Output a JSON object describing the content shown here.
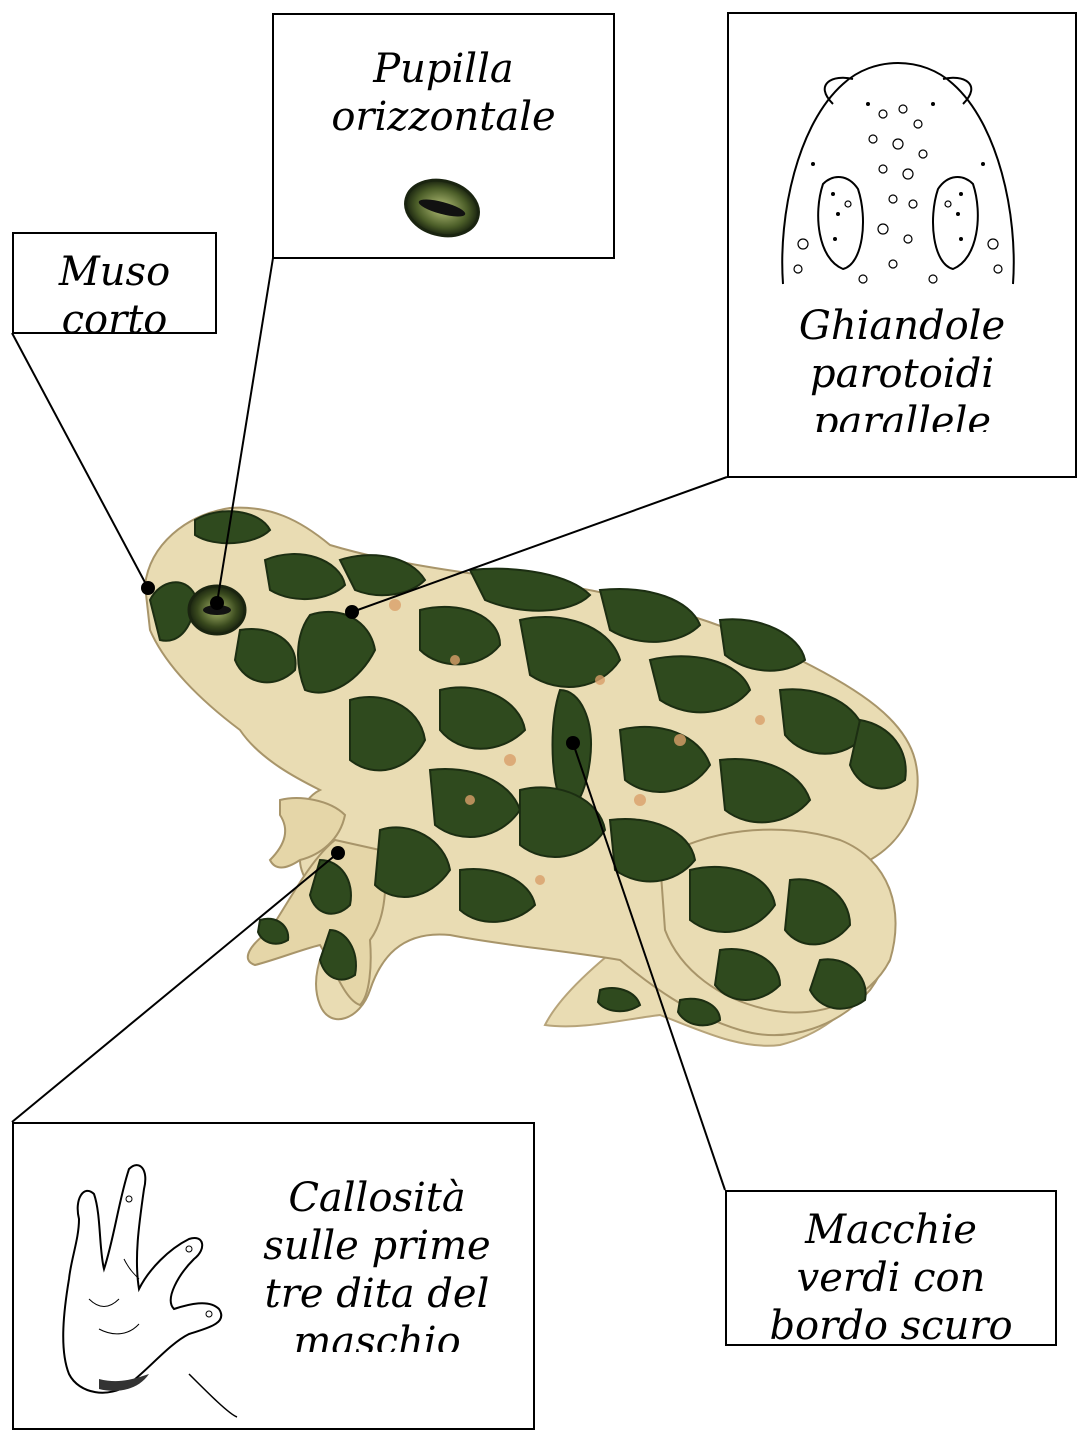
{
  "labels": {
    "pupil": {
      "line1": "Pupilla",
      "line2": "orizzontale"
    },
    "snout": {
      "line1": "Muso",
      "line2": "corto"
    },
    "parotoid": {
      "line1": "Ghiandole",
      "line2": "parotoidi",
      "line3": "parallele"
    },
    "calluses": {
      "line1": "Callosità",
      "line2": "sulle prime",
      "line3": "tre dita del",
      "line4": "maschio"
    },
    "spots": {
      "line1": "Macchie",
      "line2": "verdi con",
      "line3": "bordo scuro"
    }
  },
  "colors": {
    "skin_light": "#e9dcb3",
    "skin_green": "#2f4a1e",
    "skin_mid": "#4d6b2c",
    "orange_dot": "#d9a06a",
    "ink": "#000000"
  }
}
